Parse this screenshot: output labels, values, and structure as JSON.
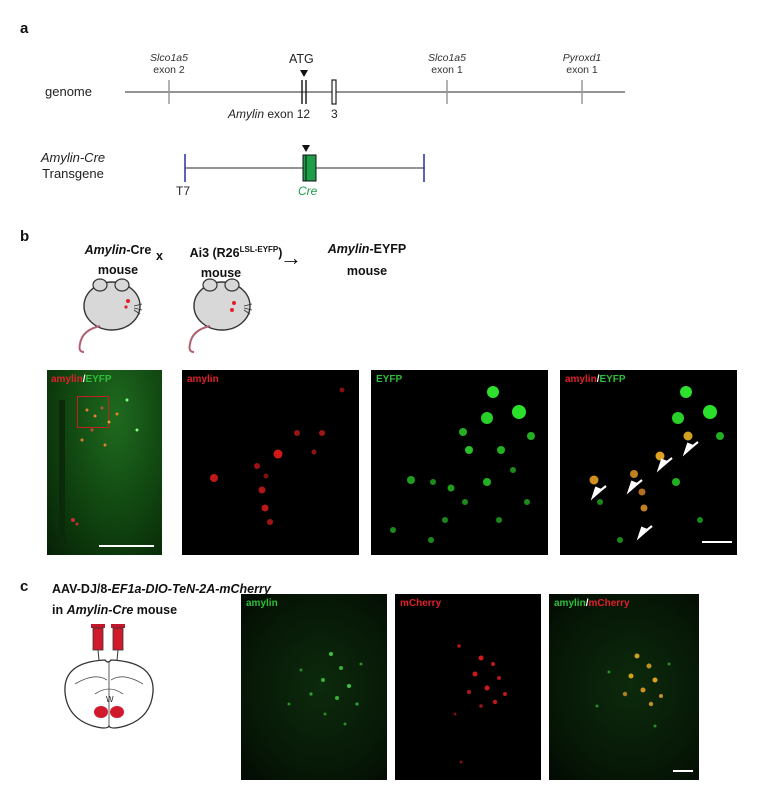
{
  "panel_a": {
    "letter": "a",
    "genome_label": "genome",
    "slco1a5_exon2": {
      "gene": "Slco1a5",
      "exon": "exon 2"
    },
    "atg": "ATG",
    "slco1a5_exon1": {
      "gene": "Slco1a5",
      "exon": "exon 1"
    },
    "pyroxd1_exon1": {
      "gene": "Pyroxd1",
      "exon": "exon 1"
    },
    "amylin_gene": "Amylin",
    "amylin_exon": " exon 12",
    "exon3": "3",
    "transgene_gene": "Amylin-Cre",
    "transgene_word": "Transgene",
    "t7": "T7",
    "cre": "Cre",
    "colors": {
      "cre_green": "#1f9e4a",
      "line_blue": "#3a3aa8"
    }
  },
  "panel_b": {
    "letter": "b",
    "mouse1_gene": "Amylin",
    "mouse1_suffix": "-Cre",
    "mouse1_word": "mouse",
    "cross": "x",
    "mouse2_name": "Ai3 (R26",
    "mouse2_sup": "LSL-EYFP",
    "mouse2_close": ")",
    "mouse2_word": "mouse",
    "arrow": "→",
    "result_gene": "Amylin",
    "result_suffix": "-EYFP",
    "result_word": "mouse",
    "images": [
      {
        "red": "amylin",
        "sep": "/",
        "green": "EYFP"
      },
      {
        "red": "amylin"
      },
      {
        "green": "EYFP"
      },
      {
        "red": "amylin",
        "sep": "/",
        "green": "EYFP"
      }
    ]
  },
  "panel_c": {
    "letter": "c",
    "vector_prefix": "AAV-DJ/8-",
    "vector_italic": "EF1a-DIO-TeN-2A-mCherry",
    "in_text": "in ",
    "in_gene": "Amylin-Cre",
    "in_suffix": " mouse",
    "brain_label": "W",
    "images": [
      {
        "green": "amylin"
      },
      {
        "red": "mCherry"
      },
      {
        "green": "amylin",
        "sep": "/",
        "red": "mCherry"
      }
    ]
  }
}
